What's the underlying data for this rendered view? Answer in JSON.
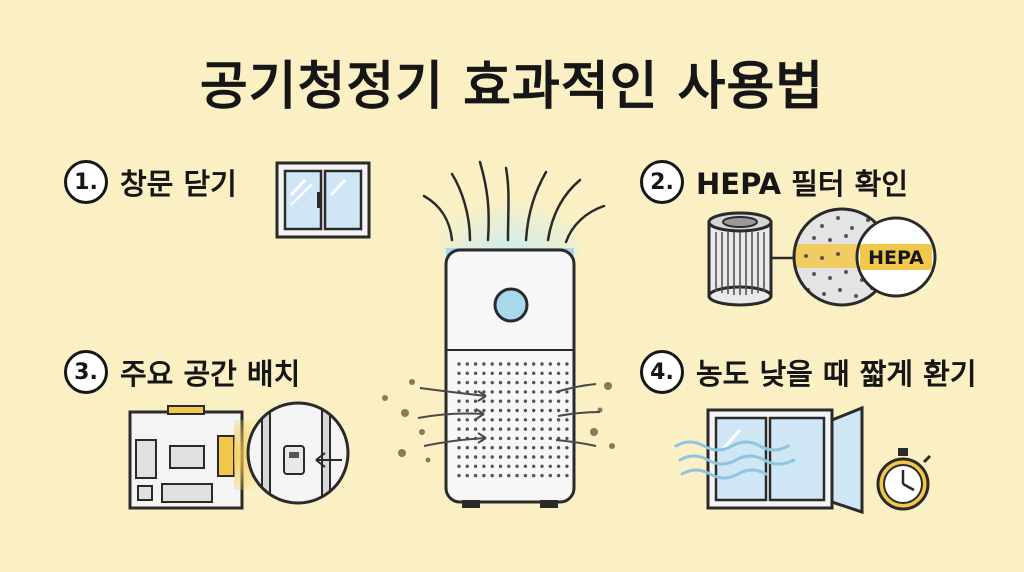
{
  "title": "공기청정기 효과적인 사용법",
  "steps": [
    {
      "number": "1.",
      "label": "창문 닫기"
    },
    {
      "number": "2.",
      "label": "HEPA 필터 확인"
    },
    {
      "number": "3.",
      "label": "주요 공간 배치"
    },
    {
      "number": "4.",
      "label": "농도 낮을 때 짧게 환기"
    }
  ],
  "hepa_badge": "HEPA",
  "colors": {
    "background": "#fbf0c4",
    "outline": "#2a2a2a",
    "glass": "#cfe6f5",
    "accent_blue": "#a8d8ec",
    "accent_yellow": "#f2c84b"
  }
}
